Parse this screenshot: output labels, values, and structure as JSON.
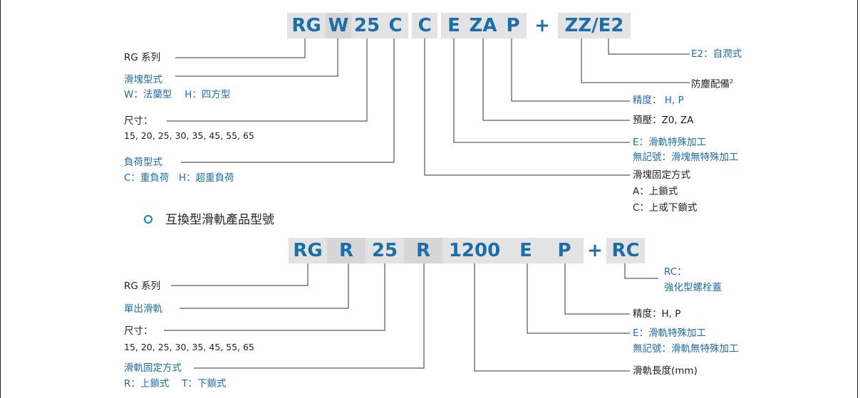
{
  "upper": {
    "code": [
      "RG",
      "W",
      "25",
      "C",
      "C",
      "E",
      "ZA",
      "P",
      "+",
      "ZZ/E2"
    ],
    "left": {
      "series": "RG 系列",
      "block_type": "滑塊型式",
      "block_type_opts": "W：法蘭型　 H：四方型",
      "size": "尺寸：",
      "size_vals": "15, 20, 25, 30, 35, 45, 55, 65",
      "load_type": "負荷型式",
      "load_type_opts": "C：重負荷　H：超重負荷"
    },
    "right": {
      "e2": "E2：自潤式",
      "dust": "防塵配備",
      "dust_note": "2",
      "precision": "精度： H, P",
      "preload": "預壓：Z0, ZA",
      "e_special": "E：滑軌特殊加工",
      "no_mark": "無記號：滑塊無特殊加工",
      "fix": "滑塊固定方式",
      "fix_a": "A：上鎖式",
      "fix_c": "C：上或下鎖式"
    }
  },
  "heading": "互換型滑軌產品型號",
  "lower": {
    "code": [
      "RG",
      "R",
      "25",
      "R",
      "1200",
      "E",
      "P",
      "+",
      "RC"
    ],
    "left": {
      "series": "RG 系列",
      "single_rail": "單出滑軌",
      "size": "尺寸：",
      "size_vals": "15, 20, 25, 30, 35, 45, 55, 65",
      "rail_fix": "滑軌固定方式",
      "rail_fix_opts": "R：上鎖式　  T：下鎖式"
    },
    "right": {
      "rc": "RC：",
      "rc_desc": "強化型螺栓蓋",
      "precision": "精度：H, P",
      "e_special": "E：滑軌特殊加工",
      "no_mark": "無記號：滑軌無特殊加工",
      "length": "滑軌長度(mm)"
    }
  },
  "colors": {
    "accent": "#1d6ea8",
    "box": "#e3e3e3",
    "text": "#222222"
  }
}
